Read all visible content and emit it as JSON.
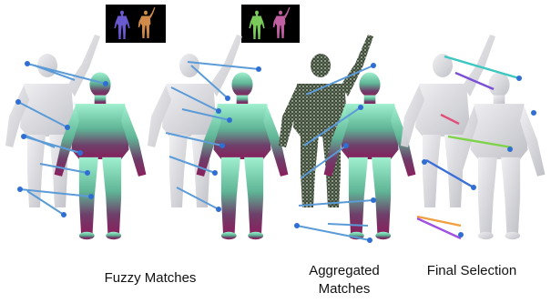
{
  "captions": {
    "fuzzy": "Fuzzy Matches",
    "aggregated": "Aggregated Matches",
    "final": "Final Selection"
  },
  "colors": {
    "match_line": "#5b9bd8",
    "keypoint": "#2f6fd3",
    "gray_mesh": "#d9d9dd",
    "dark_mesh": "#5a6155",
    "teal_top": "#8fe3c8",
    "magenta_bottom": "#8e2a63",
    "final_lines": [
      "#3cc7c0",
      "#7a4fd6",
      "#e0507a",
      "#7fd34a",
      "#f0a040",
      "#a050e0"
    ]
  },
  "icons": [
    "reference-thumbnail-1",
    "reference-thumbnail-2"
  ]
}
